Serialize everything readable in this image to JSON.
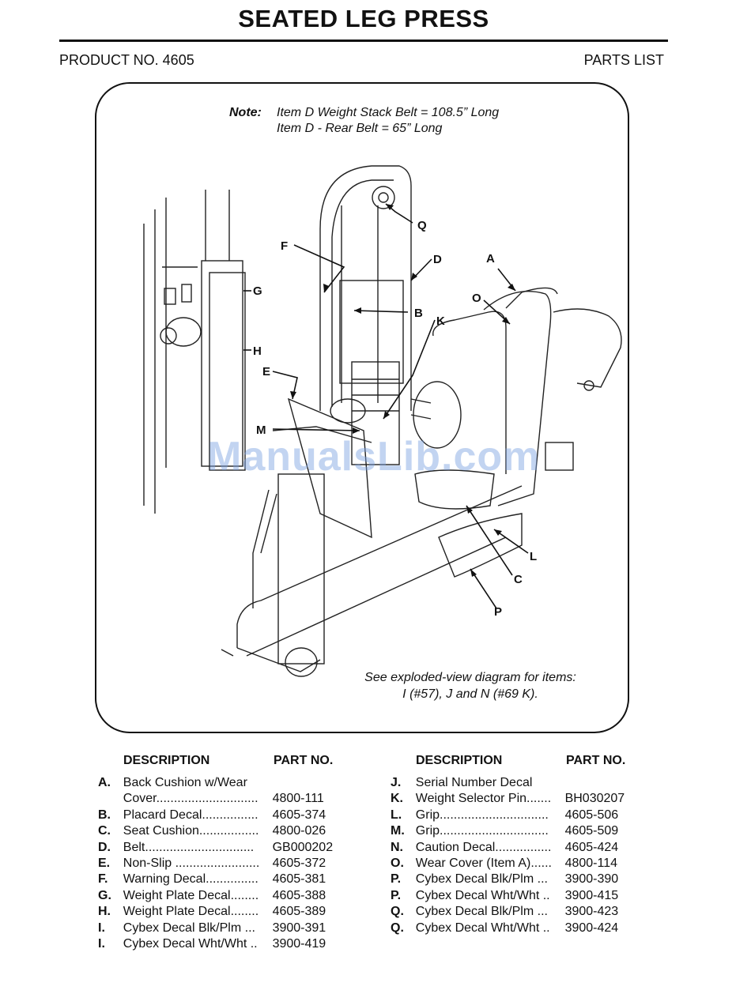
{
  "page": {
    "title": "SEATED LEG PRESS",
    "product_no": "PRODUCT NO. 4605",
    "section": "PARTS LIST"
  },
  "figure": {
    "note_label": "Note:",
    "note_line1": "Item D   Weight Stack Belt = 108.5” Long",
    "note_line2": "Item D - Rear Belt = 65” Long",
    "see_line1": "See exploded-view diagram for items:",
    "see_line2": "I (#57), J and N (#69 K).",
    "callouts": [
      "Q",
      "F",
      "D",
      "A",
      "O",
      "G",
      "B",
      "K",
      "H",
      "E",
      "M",
      "L",
      "C",
      "P"
    ]
  },
  "watermark": "ManualsLib.com",
  "table": {
    "desc_header": "DESCRIPTION",
    "part_header": "PART NO.",
    "left": [
      {
        "letter": "A.",
        "desc": "Back Cushion w/Wear",
        "num": ""
      },
      {
        "letter": "",
        "desc": "Cover.............................",
        "num": "4800-111"
      },
      {
        "letter": "B.",
        "desc": "Placard Decal................",
        "num": "4605-374"
      },
      {
        "letter": "C.",
        "desc": "Seat Cushion.................",
        "num": "4800-026"
      },
      {
        "letter": "D.",
        "desc": "Belt...............................",
        "num": "GB000202"
      },
      {
        "letter": "E.",
        "desc": "Non-Slip ........................",
        "num": "4605-372"
      },
      {
        "letter": "F.",
        "desc": "Warning Decal...............",
        "num": "4605-381"
      },
      {
        "letter": "G.",
        "desc": "Weight Plate Decal........",
        "num": "4605-388"
      },
      {
        "letter": "H.",
        "desc": "Weight Plate Decal........",
        "num": "4605-389"
      },
      {
        "letter": "I.",
        "desc": "Cybex Decal Blk/Plm ...",
        "num": "3900-391"
      },
      {
        "letter": "I.",
        "desc": "Cybex Decal Wht/Wht ..",
        "num": "3900-419"
      }
    ],
    "right": [
      {
        "letter": "J.",
        "desc": "Serial Number Decal",
        "num": ""
      },
      {
        "letter": "K.",
        "desc": "Weight Selector Pin.......",
        "num": "BH030207"
      },
      {
        "letter": "L.",
        "desc": "Grip...............................",
        "num": "4605-506"
      },
      {
        "letter": "M.",
        "desc": "Grip...............................",
        "num": "4605-509"
      },
      {
        "letter": "N.",
        "desc": "Caution Decal................",
        "num": "4605-424"
      },
      {
        "letter": "O.",
        "desc": "Wear Cover (Item A)......",
        "num": "4800-114"
      },
      {
        "letter": "P.",
        "desc": "Cybex Decal Blk/Plm ...",
        "num": "3900-390"
      },
      {
        "letter": "P.",
        "desc": "Cybex Decal Wht/Wht ..",
        "num": "3900-415"
      },
      {
        "letter": "Q.",
        "desc": "Cybex Decal Blk/Plm ...",
        "num": "3900-423"
      },
      {
        "letter": "Q.",
        "desc": "Cybex Decal Wht/Wht ..",
        "num": "3900-424"
      }
    ]
  }
}
